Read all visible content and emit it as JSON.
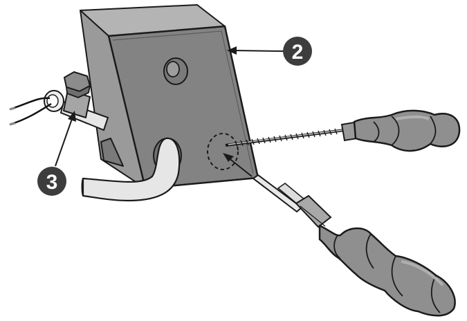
{
  "callouts": [
    {
      "label": "2",
      "target": "enclosure-box"
    },
    {
      "label": "3",
      "target": "cable-clamp"
    }
  ],
  "colors": {
    "box_face": "#838383",
    "box_side": "#9a9a9a",
    "box_top": "#b4b4b4",
    "box_back": "#7a7a7a",
    "outline": "#1a1a1a",
    "handle": "#8f8f8f",
    "handle_light": "#b0b0b0",
    "shaft": "#dcdcdc",
    "cable": "#e6e6e6",
    "callout_bg": "#3d3d3d",
    "callout_text": "#ffffff",
    "wire": "#111111"
  },
  "icons": {
    "enclosure": "junction-box-icon",
    "screwdriver_upper": "screwdriver-icon",
    "screwdriver_lower": "screwdriver-icon",
    "cable": "cable-icon",
    "clamp": "cable-clamp-icon"
  }
}
